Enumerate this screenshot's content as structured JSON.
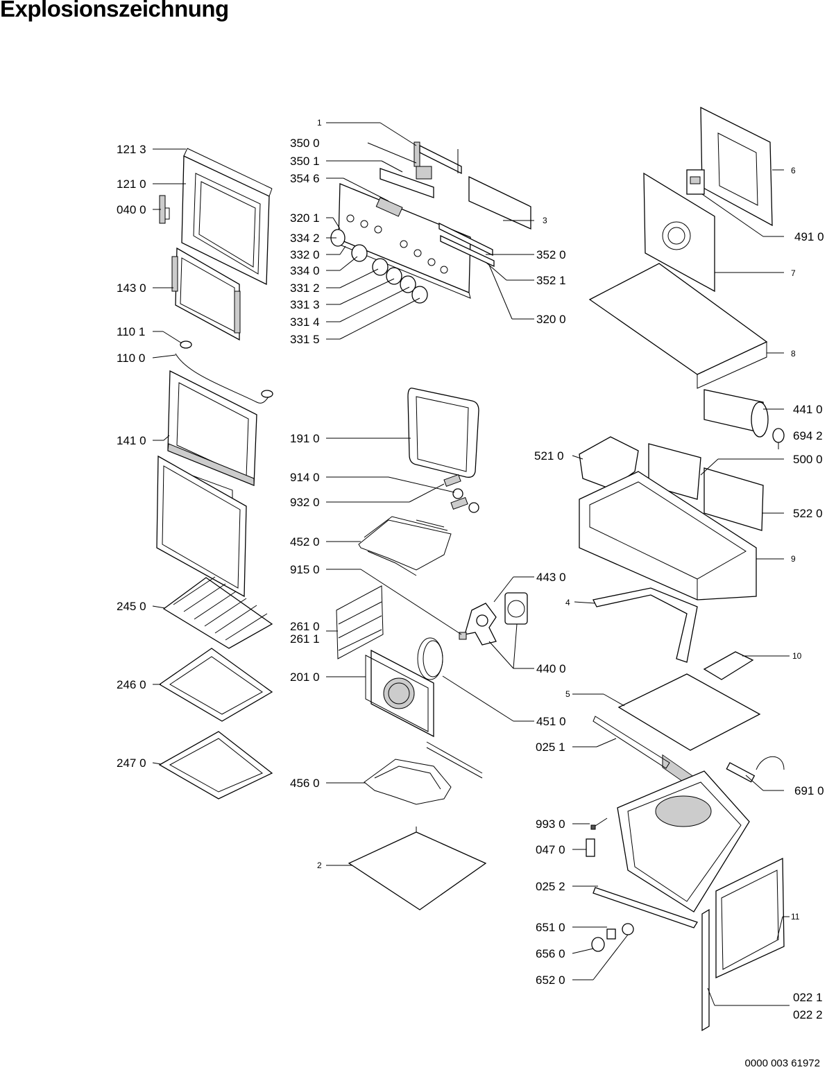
{
  "title": "Explosionszeichnung",
  "document_number": "0000 003 61972",
  "labels": {
    "l1213": "121 3",
    "l1210": "121 0",
    "l0400": "040 0",
    "l1430": "143 0",
    "l1101": "110 1",
    "l1100": "110 0",
    "l1410": "141 0",
    "l2450": "245 0",
    "l2460": "246 0",
    "l2470": "247 0",
    "l1": "1",
    "l3500": "350 0",
    "l3501": "350 1",
    "l3546": "354 6",
    "l3": "3",
    "l3201": "320 1",
    "l3342": "334 2",
    "l3320": "332 0",
    "l3340": "334 0",
    "l3312": "331 2",
    "l3313": "331 3",
    "l3314": "331 4",
    "l3315": "331 5",
    "l3520": "352 0",
    "l3521": "352 1",
    "l3200": "320 0",
    "l1910": "191 0",
    "l9140": "914 0",
    "l9320": "932 0",
    "l4520": "452 0",
    "l9150": "915 0",
    "l4430": "443 0",
    "l2610": "261 0",
    "l2611": "261 1",
    "l2010": "201 0",
    "l4400": "440 0",
    "l4510": "451 0",
    "l4560": "456 0",
    "l2": "2",
    "l6": "6",
    "l4910": "491 0",
    "l7": "7",
    "l8": "8",
    "l4410": "441 0",
    "l6942": "694 2",
    "l5210": "521 0",
    "l5000": "500 0",
    "l5220": "522 0",
    "l9": "9",
    "l4": "4",
    "l10": "10",
    "l5": "5",
    "l0251": "025 1",
    "l6910": "691 0",
    "l9930": "993 0",
    "l0470": "047 0",
    "l0252": "025 2",
    "l11": "11",
    "l6510": "651 0",
    "l6560": "656 0",
    "l6520": "652 0",
    "l0221": "022 1",
    "l0222": "022 2"
  }
}
